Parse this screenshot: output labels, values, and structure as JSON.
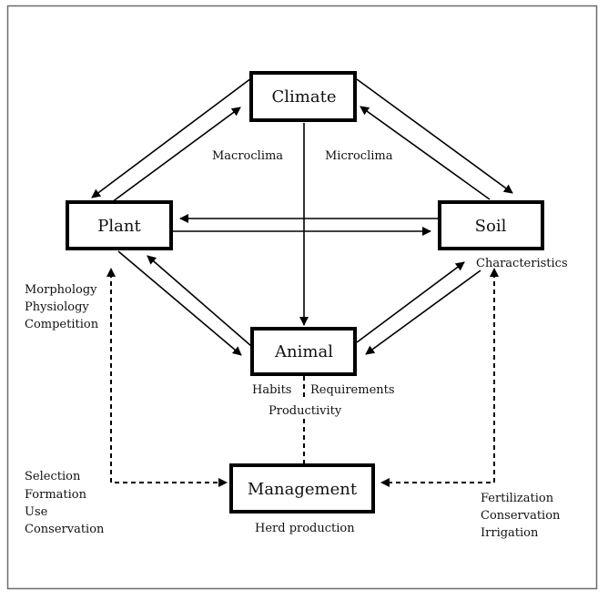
{
  "diagram": {
    "nodes": {
      "climate": {
        "label": "Climate"
      },
      "plant": {
        "label": "Plant"
      },
      "soil": {
        "label": "Soil"
      },
      "animal": {
        "label": "Animal"
      },
      "management": {
        "label": "Management"
      }
    },
    "annotations": {
      "macroclima": "Macroclima",
      "microclima": "Microclima",
      "soil_characteristics": "Characteristics",
      "plant_traits": [
        "Morphology",
        "Physiology",
        "Competition"
      ],
      "animal_habits": "Habits",
      "animal_requirements": "Requirements",
      "animal_productivity": "Productivity",
      "management_note": "Herd production",
      "plant_management": [
        "Selection",
        "Formation",
        "Use",
        "Conservation"
      ],
      "soil_management": [
        "Fertilization",
        "Conservation",
        "Irrigation"
      ]
    },
    "edges": [
      {
        "from": "climate",
        "to": "plant",
        "style": "solid"
      },
      {
        "from": "plant",
        "to": "climate",
        "style": "solid"
      },
      {
        "from": "climate",
        "to": "soil",
        "style": "solid"
      },
      {
        "from": "soil",
        "to": "climate",
        "style": "solid"
      },
      {
        "from": "soil",
        "to": "plant",
        "style": "solid"
      },
      {
        "from": "plant",
        "to": "soil",
        "style": "solid"
      },
      {
        "from": "climate",
        "to": "animal",
        "style": "solid"
      },
      {
        "from": "plant",
        "to": "animal",
        "style": "solid"
      },
      {
        "from": "animal",
        "to": "plant",
        "style": "solid"
      },
      {
        "from": "animal",
        "to": "soil",
        "style": "solid"
      },
      {
        "from": "soil",
        "to": "animal",
        "style": "solid"
      },
      {
        "from": "management",
        "to": "plant",
        "style": "dashed"
      },
      {
        "from": "plant",
        "to": "management",
        "style": "dashed"
      },
      {
        "from": "management",
        "to": "soil",
        "style": "dashed"
      },
      {
        "from": "soil",
        "to": "management",
        "style": "dashed"
      },
      {
        "from": "animal",
        "to": "management",
        "style": "dashed"
      }
    ]
  }
}
